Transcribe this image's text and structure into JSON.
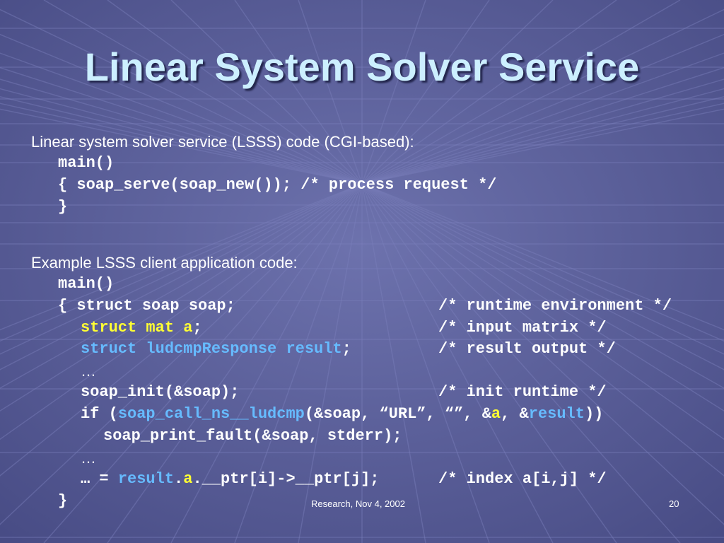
{
  "slide": {
    "title": "Linear System Solver Service",
    "footer": "Research, Nov 4, 2002",
    "page_number": "20"
  },
  "section1": {
    "heading": "Linear system solver service (LSSS) code (CGI-based):",
    "lines": [
      "main()",
      "{ soap_serve(soap_new()); /* process request */",
      "}"
    ]
  },
  "section2": {
    "heading": "Example LSSS client application code:",
    "line_main": "main()",
    "line1": {
      "code": "{ struct soap soap;",
      "comment": "/* runtime environment */"
    },
    "line2": {
      "code_hl": "struct mat a",
      "code_rest": ";",
      "comment": "/* input matrix */"
    },
    "line3": {
      "code_hl": "struct ludcmpResponse result",
      "code_rest": ";",
      "comment": "/* result output */"
    },
    "ellipsis": "…",
    "line5": {
      "code": "soap_init(&soap);",
      "comment": "/* init runtime */"
    },
    "line6": {
      "p1": "if (",
      "p2": "soap_call_ns__ludcmp",
      "p3": "(&soap, “URL”, “”, &",
      "p4": "a",
      "p5": ", &",
      "p6": "result",
      "p7": "))"
    },
    "line7": "soap_print_fault(&soap, stderr);",
    "line9": {
      "p1": "… = ",
      "p2": "result",
      "p3": ".",
      "p4": "a",
      "p5": ".__ptr[i]->__ptr[j];",
      "comment": "/* index a[i,j] */"
    },
    "closing": "}"
  },
  "colors": {
    "background": "#5a5e9a",
    "title": "#ccefff",
    "highlight_yellow": "#ffff33",
    "highlight_blue": "#66bbff"
  }
}
